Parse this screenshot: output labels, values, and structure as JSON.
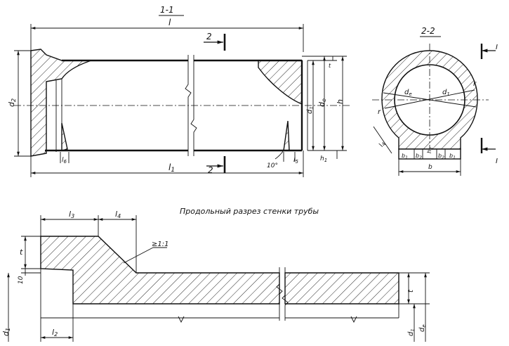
{
  "views": {
    "section_1_1": {
      "title": "1-1",
      "labels": {
        "l": "l",
        "l1": "l",
        "l1_sub": "1",
        "d2": "d",
        "d2_sub": "2",
        "d1": "d",
        "d1_sub": "1",
        "de": "d",
        "de_sub": "е",
        "h": "h",
        "h1": "h",
        "h1_sub": "1",
        "t": "t",
        "l5": "l",
        "l5_sub": "5",
        "l6": "l",
        "l6_sub": "6",
        "angle": "10°",
        "cut2_top": "2",
        "cut2_bottom": "2"
      }
    },
    "section_2_2": {
      "title": "2-2",
      "labels": {
        "de": "d",
        "de_sub": "е",
        "d1": "d",
        "d1_sub": "1",
        "r_top": "r",
        "r_left": "r",
        "l4": "l",
        "l4_sub": "4",
        "b": "b",
        "b1_left": "b",
        "b1_left_sub": "1",
        "b2_left": "b",
        "b2_left_sub": "2",
        "b2_right": "b",
        "b2_right_sub": "2",
        "b1_right": "b",
        "b1_right_sub": "1",
        "h2": "h",
        "h2_sub": "2",
        "cut_marker": "I",
        "cut_marker2": "I"
      }
    },
    "longitudinal": {
      "title": "Продольный  разрез  стенки  трубы",
      "labels": {
        "l3": "l",
        "l3_sub": "3",
        "l4": "l",
        "l4_sub": "4",
        "l2": "l",
        "l2_sub": "2",
        "t_left": "t",
        "t_right": "t",
        "ten": "10",
        "slope": "≥1:1",
        "d1": "d",
        "d1_sub": "1",
        "de": "d",
        "de_sub": "е",
        "d1_bottom": "d",
        "d1_bottom_sub": "1"
      }
    }
  }
}
